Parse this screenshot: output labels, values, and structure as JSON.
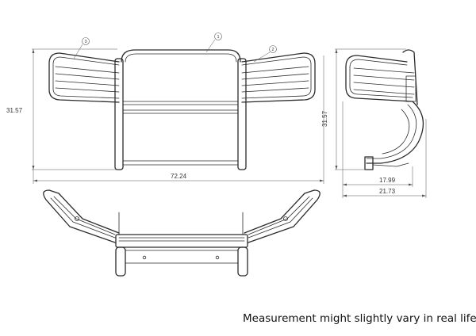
{
  "dimensions": {
    "front_height": "31.57",
    "front_width": "72.24",
    "side_height": "31.57",
    "side_inner_depth": "17.99",
    "side_total_depth": "21.73"
  },
  "callouts": {
    "part_1": "1",
    "part_2": "2",
    "part_3": "3"
  },
  "caption": "Measurement might slightly vary in real life"
}
